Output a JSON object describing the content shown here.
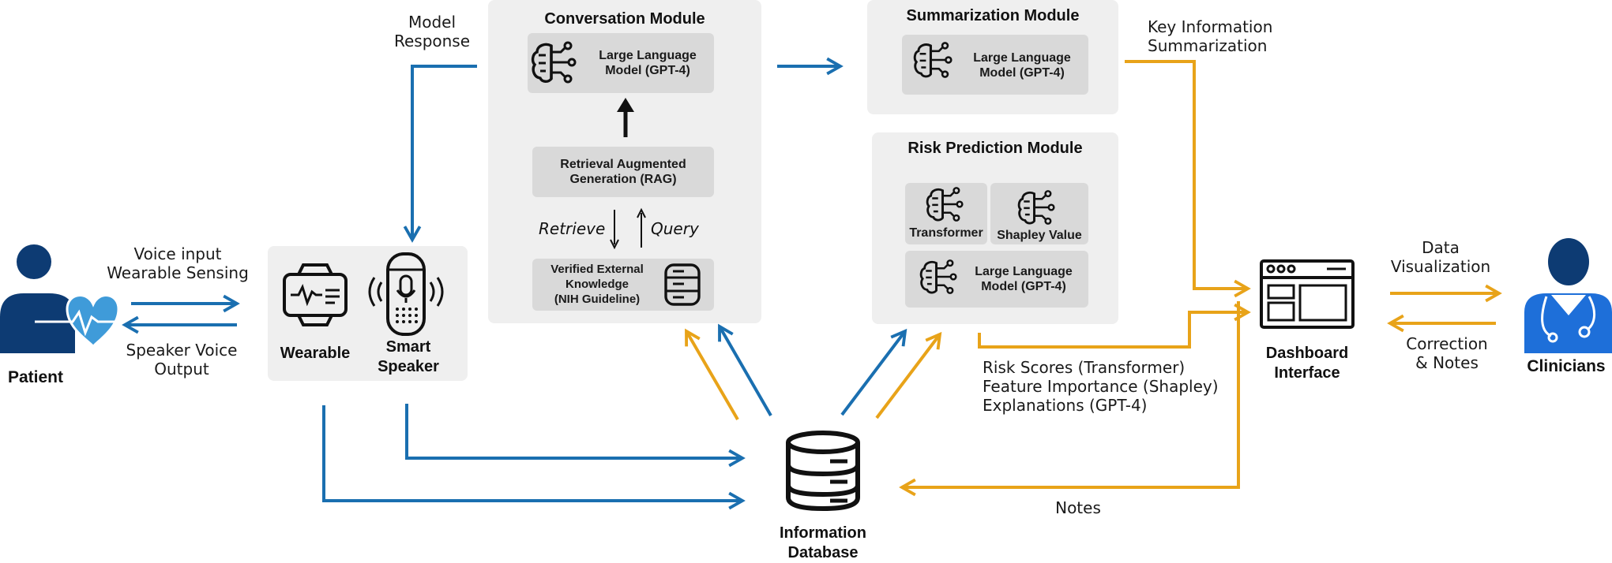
{
  "actors": {
    "patient": "Patient",
    "clinicians": "Clinicians"
  },
  "devices": {
    "wearable": "Wearable",
    "smart_speaker": "Smart\nSpeaker"
  },
  "conversation_module": {
    "title": "Conversation  Module",
    "llm": "Large Language\nModel (GPT-4)",
    "rag": "Retrieval Augmented\nGeneration (RAG)",
    "knowledge": "Verified External\nKnowledge\n(NIH Guideline)",
    "retrieve": "Retrieve",
    "query": "Query"
  },
  "summarization_module": {
    "title": "Summarization  Module",
    "llm": "Large Language\nModel (GPT-4)"
  },
  "risk_module": {
    "title": "Risk Prediction Module",
    "transformer": "Transformer",
    "shapley": "Shapley Value",
    "llm": "Large Language\nModel (GPT-4)"
  },
  "flows": {
    "voice_in": "Voice input\nWearable Sensing",
    "voice_out": "Speaker Voice\nOutput",
    "model_response": "Model\nResponse",
    "key_info": "Key Information\nSummarization",
    "risk_outputs": "Risk Scores (Transformer)\nFeature Importance (Shapley)\nExplanations (GPT-4)",
    "data_vis": "Data\nVisualization",
    "correction": "Correction\n& Notes",
    "notes": "Notes"
  },
  "dashboard": "Dashboard\nInterface",
  "database": "Information\nDatabase",
  "colors": {
    "blue": "#1a6fb0",
    "orange": "#e8a319",
    "icon_blue": "#1e6fd9",
    "navy": "#0d3b73"
  }
}
